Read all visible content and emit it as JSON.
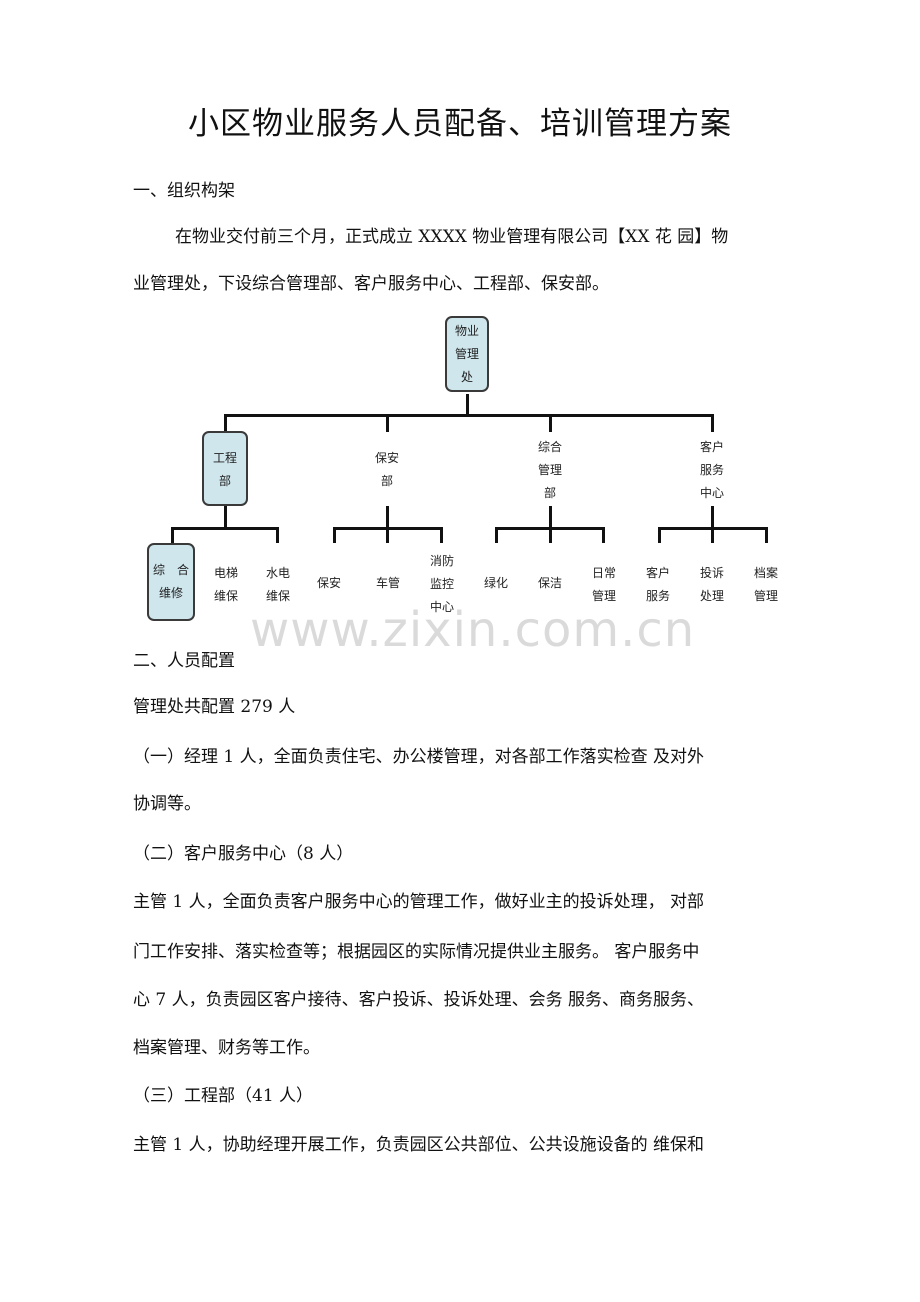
{
  "doc": {
    "title": "小区物业服务人员配备、培训管理方案",
    "section1_heading": "一、组织构架",
    "section1_p1_line1": "在物业交付前三个月，正式成立 XXXX 物业管理有限公司【XX 花 园】物",
    "section1_p1_line2": "业管理处，下设综合管理部、客户服务中心、工程部、保安部。",
    "section2_heading": "二、人员配置",
    "total_staff": "管理处共配置 279 人",
    "item1_line1": "（一）经理 1 人，全面负责住宅、办公楼管理，对各部工作落实检查  及对外",
    "item1_line2": "协调等。",
    "item2_heading": "（二）客户服务中心（8 人）",
    "item2_line1": "主管 1 人，全面负责客户服务中心的管理工作，做好业主的投诉处理，  对部",
    "item2_line2": "门工作安排、落实检查等；根据园区的实际情况提供业主服务。  客户服务中",
    "item2_line3": "心 7 人，负责园区客户接待、客户投诉、投诉处理、会务  服务、商务服务、",
    "item2_line4": "档案管理、财务等工作。",
    "item3_heading": "（三）工程部（41 人）",
    "item3_line1": "主管 1 人，协助经理开展工作，负责园区公共部位、公共设施设备的  维保和"
  },
  "org": {
    "root": [
      "物业",
      "管理",
      "处"
    ],
    "engineering": [
      "工程",
      "部"
    ],
    "security": [
      "保安",
      "部"
    ],
    "general": [
      "综合",
      "管理",
      "部"
    ],
    "customer": [
      "客户",
      "服务",
      "中心"
    ],
    "eng_children": [
      [
        "综　合",
        "维修"
      ],
      [
        "电梯",
        "维保"
      ],
      [
        "水电",
        "维保"
      ]
    ],
    "sec_children": [
      [
        "保安"
      ],
      [
        "车管"
      ],
      [
        "消防",
        "监控",
        "中心"
      ]
    ],
    "gen_children": [
      [
        "绿化"
      ],
      [
        "保洁"
      ],
      [
        "日常",
        "管理"
      ]
    ],
    "cus_children": [
      [
        "客户",
        "服务"
      ],
      [
        "投诉",
        "处理"
      ],
      [
        "档案",
        "管理"
      ]
    ]
  },
  "watermark": "www.zixin.com.cn",
  "colors": {
    "highlight_box": "#cfe6ec",
    "line": "#111111"
  }
}
